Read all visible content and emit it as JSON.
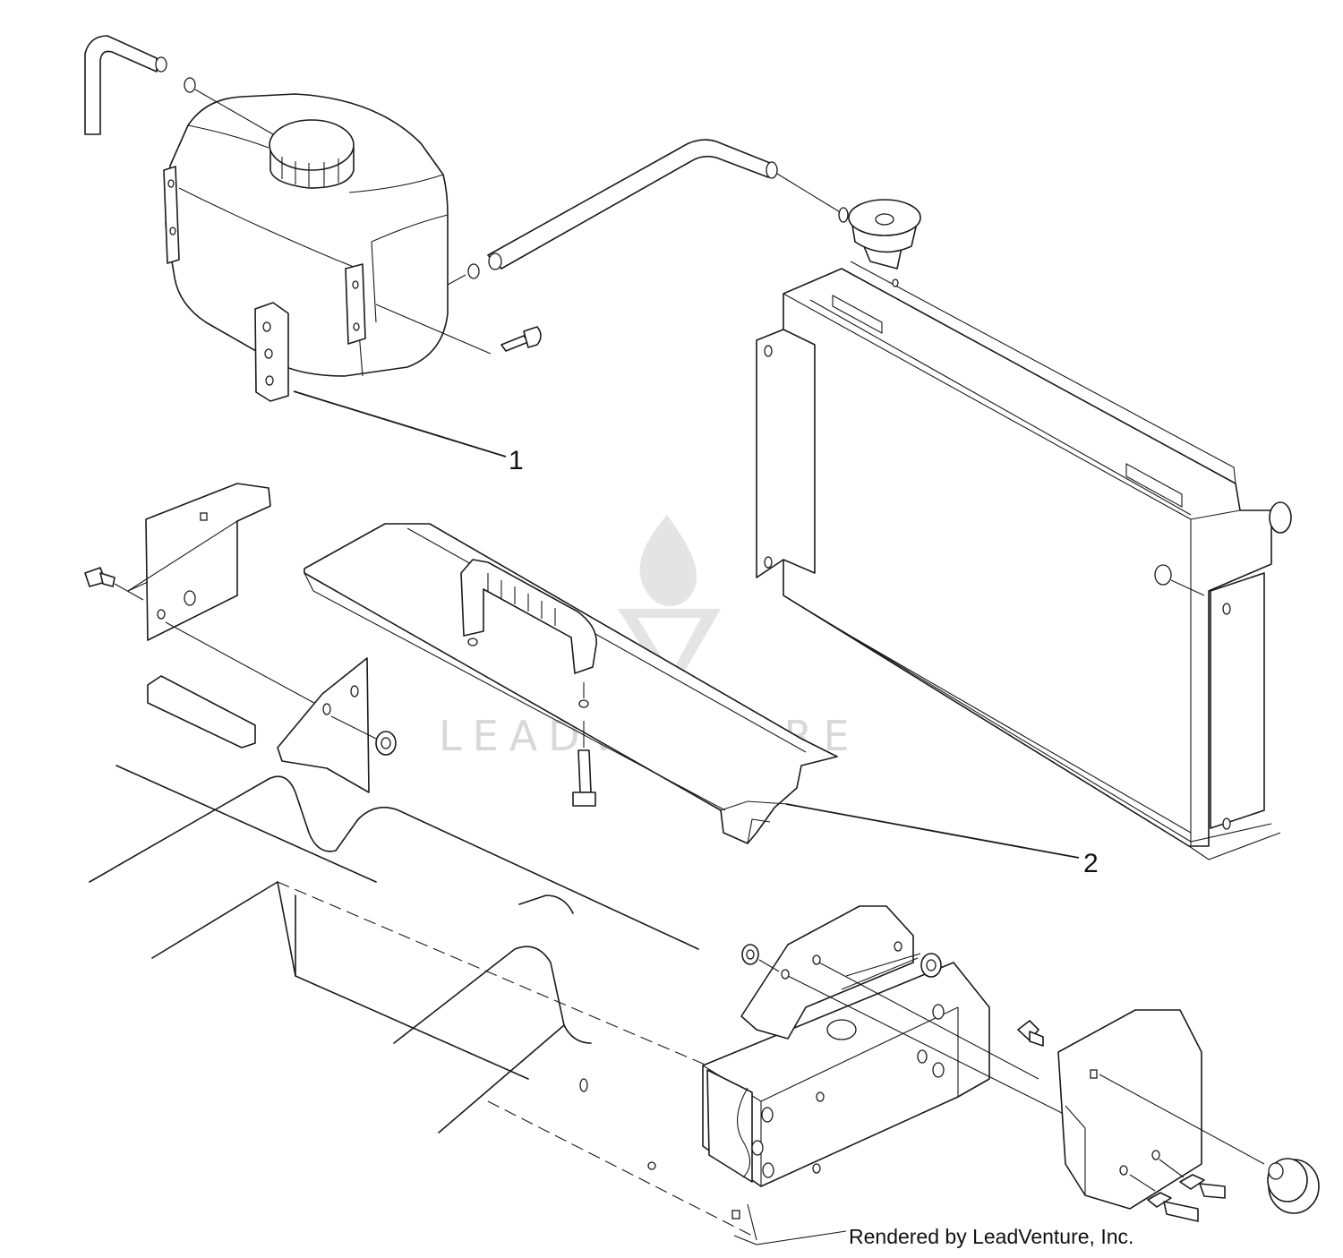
{
  "callouts": [
    {
      "label": "1"
    },
    {
      "label": "2"
    }
  ],
  "watermark": {
    "text": "LEADVENTURE"
  },
  "credit": {
    "text": "Rendered by LeadVenture, Inc."
  },
  "colors": {
    "line": "#1a1a1a",
    "watermark": "#d8d8d8",
    "background": "#ffffff"
  }
}
